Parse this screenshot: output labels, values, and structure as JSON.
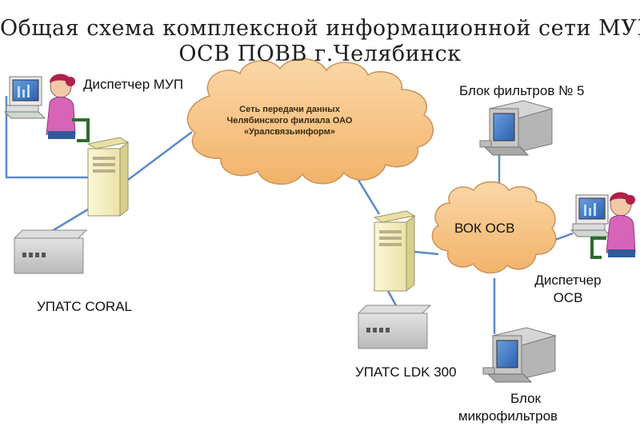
{
  "title": {
    "line1": "Общая схема комплексной информационной сети МУП-",
    "line2": "ОСВ ПОВВ г.Челябинск"
  },
  "nodes": {
    "dispatcher_mup": "Диспетчер  МУП",
    "cloud_network": {
      "line1": "Сеть передачи данных",
      "line2": "Челябинского филиала ОАО",
      "line3": "«Уралсвязьинформ»"
    },
    "filter_block": "Блок фильтров № 5",
    "vok_osv": "ВОК ОСВ",
    "dispatcher_osv": {
      "line1": "Диспетчер",
      "line2": "ОСВ"
    },
    "upats_coral": "УПАТС CORAL",
    "upats_ldk": "УПАТС LDK 300",
    "microfilter_block": {
      "line1": "Блок",
      "line2": "микрофильтров"
    }
  },
  "colors": {
    "cloud_fill": "#f5c184",
    "link_line": "#5b8ac6",
    "server_fill": "#f7f2c4",
    "pbx_fill": "#cfcfcf",
    "monitor_screen": "#3b73c4"
  }
}
